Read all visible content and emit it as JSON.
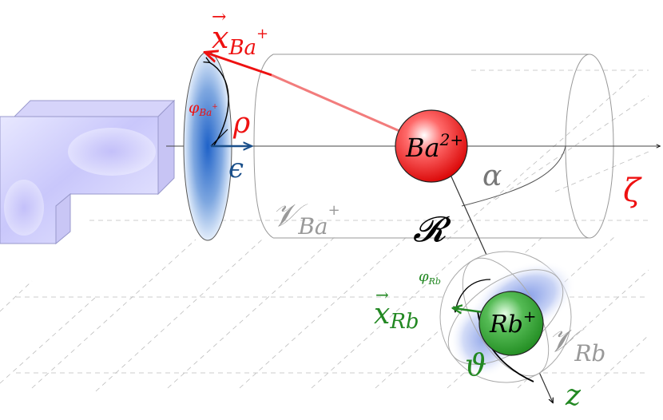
{
  "labels": {
    "x_ba_arrow": "→",
    "x_ba_base": "x",
    "x_ba_sub": "Ba",
    "x_ba_sup": "+",
    "phi_ba_base": "φ",
    "phi_ba_sub": "Ba",
    "phi_ba_sup": "+",
    "rho": "ρ",
    "epsilon": "ϵ",
    "ion_ba_base": "Ba",
    "ion_ba_sup": "2+",
    "alpha": "α",
    "zeta": "ζ",
    "v_ba_base": "𝒱",
    "v_ba_sub": "Ba",
    "v_ba_sup": "+",
    "r": "𝓡",
    "phi_rb_base": "φ",
    "phi_rb_sub": "Rb",
    "x_rb_arrow": "→",
    "x_rb_base": "x",
    "x_rb_sub": "Rb",
    "ion_rb_base": "Rb",
    "ion_rb_sup": "+",
    "v_rb_base": "𝒱",
    "v_rb_sub": "Rb",
    "theta": "ϑ",
    "z": "z"
  },
  "colors": {
    "red": "#ee1111",
    "green": "#228822",
    "blue": "#1a4f8a",
    "gray": "#888888",
    "black": "#000000"
  }
}
